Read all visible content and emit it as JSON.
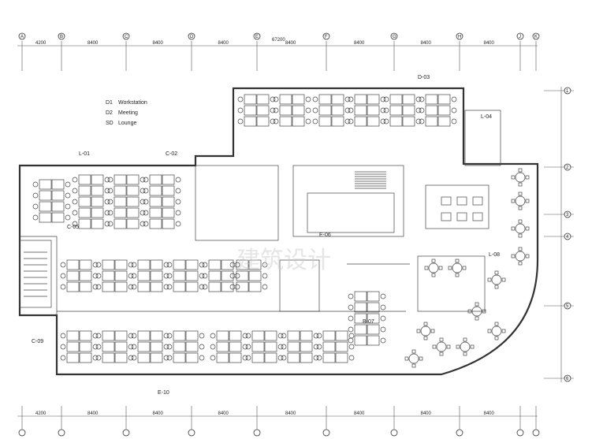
{
  "drawing": {
    "title": "Office floor plan",
    "grid_axes_top": [
      "A",
      "B",
      "C",
      "D",
      "E",
      "F",
      "G",
      "H",
      "J",
      "K"
    ],
    "grid_axes_right": [
      "1",
      "2",
      "3",
      "4",
      "5",
      "6"
    ],
    "dims_top": [
      "4200",
      "8400",
      "8400",
      "8400",
      "8400",
      "8400",
      "8400",
      "8400"
    ],
    "dims_bottom": [
      "4200",
      "8400",
      "8400",
      "8400",
      "8400",
      "8400",
      "8400",
      "8400"
    ],
    "overall_dim": "67200",
    "legend": [
      {
        "code": "D1",
        "text": "Workstation"
      },
      {
        "code": "D2",
        "text": "Meeting"
      },
      {
        "code": "SD",
        "text": "Lounge"
      }
    ],
    "room_labels": [
      "L-01",
      "C-02",
      "D-03",
      "L-04",
      "C-05",
      "E-06",
      "B-07",
      "L-08",
      "C-09",
      "E-10"
    ],
    "watermark": "建筑设计"
  }
}
